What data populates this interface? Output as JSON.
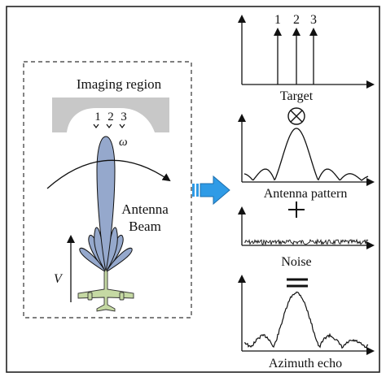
{
  "left_panel": {
    "title": "Imaging region",
    "target_numbers": [
      "1",
      "2",
      "3"
    ],
    "omega_label": "ω",
    "antenna_label_line1": "Antenna",
    "antenna_label_line2": "Beam",
    "velocity_label": "V"
  },
  "right_panels": {
    "target": {
      "label": "Target",
      "markers": [
        "1",
        "2",
        "3"
      ]
    },
    "operator_multiply": "⊗",
    "antenna": {
      "label": "Antenna pattern"
    },
    "operator_plus": "+",
    "noise": {
      "label": "Noise"
    },
    "operator_equals": "=",
    "echo": {
      "label": "Azimuth echo"
    }
  },
  "colors": {
    "beam_fill": "#95a8cc",
    "arrow_fill": "#2f9be6",
    "aircraft_fill": "#c5d9a3",
    "region_fill": "#c8c8c8"
  }
}
